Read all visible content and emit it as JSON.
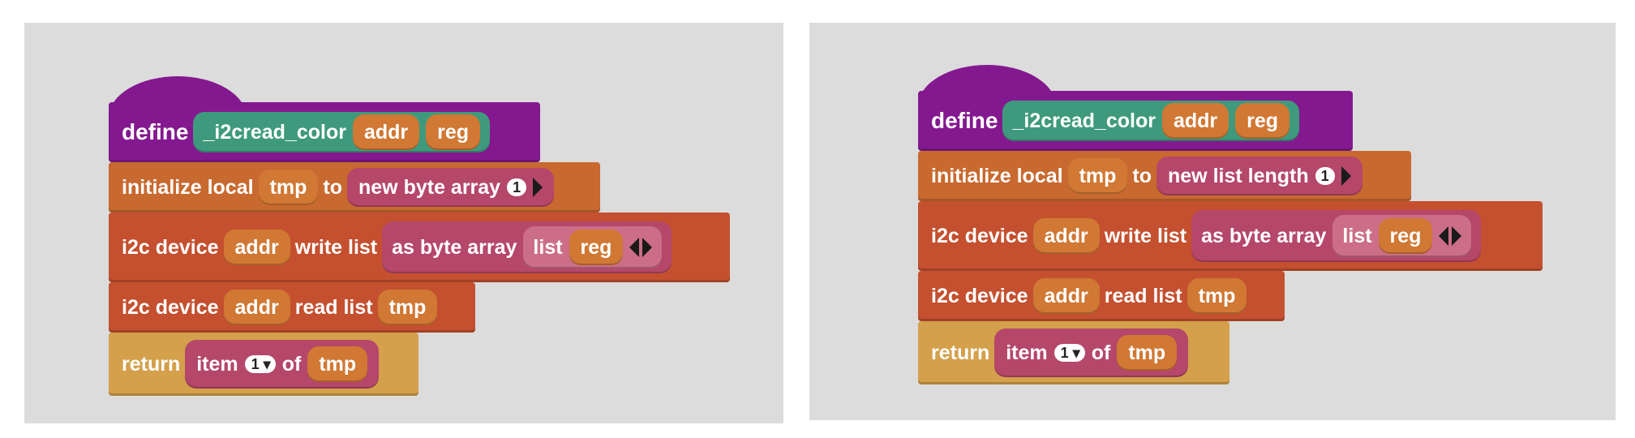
{
  "left": {
    "define_label": "define",
    "function_name": "_i2cread_color",
    "param1": "addr",
    "param2": "reg",
    "init_label": "initialize local",
    "init_var": "tmp",
    "to_label": "to",
    "init_value_label": "new byte array",
    "init_value_num": "1",
    "write_prefix": "i2c device",
    "write_addr": "addr",
    "write_label": "write list",
    "as_byte_array_label": "as byte array",
    "list_label": "list",
    "list_item": "reg",
    "read_prefix": "i2c device",
    "read_addr": "addr",
    "read_label": "read list",
    "read_var": "tmp",
    "return_label": "return",
    "item_label": "item",
    "item_index": "1",
    "dropdown_symbol": "▾",
    "of_label": "of",
    "item_source": "tmp"
  },
  "right": {
    "define_label": "define",
    "function_name": "_i2cread_color",
    "param1": "addr",
    "param2": "reg",
    "init_label": "initialize local",
    "init_var": "tmp",
    "to_label": "to",
    "init_value_label": "new list length",
    "init_value_num": "1",
    "write_prefix": "i2c device",
    "write_addr": "addr",
    "write_label": "write list",
    "as_byte_array_label": "as byte array",
    "list_label": "list",
    "list_item": "reg",
    "read_prefix": "i2c device",
    "read_addr": "addr",
    "read_label": "read list",
    "read_var": "tmp",
    "return_label": "return",
    "item_label": "item",
    "item_index": "1",
    "dropdown_symbol": "▾",
    "of_label": "of",
    "item_source": "tmp"
  },
  "colors": {
    "define": "#84198f",
    "function": "#3f9a7d",
    "variable": "#d07834",
    "local": "#c8692f",
    "i2c": "#c4502f",
    "return": "#d4a04b",
    "list_op": "#b5476a",
    "list_inner": "#cc6e88",
    "canvas": "#dcdcdc"
  }
}
